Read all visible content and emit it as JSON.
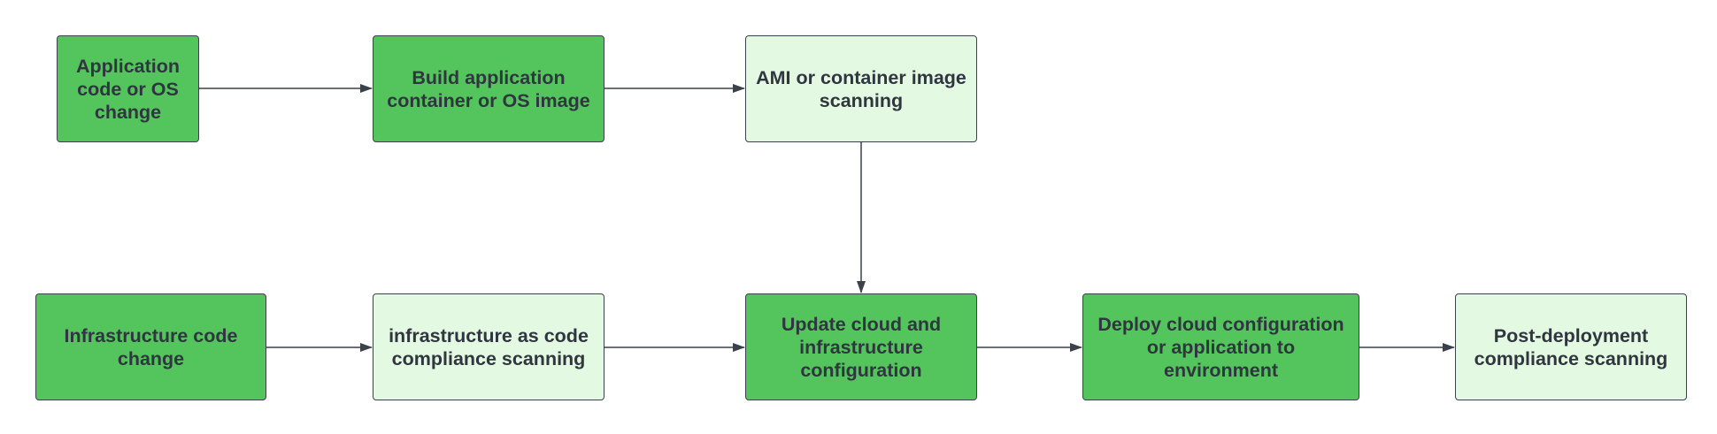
{
  "diagram": {
    "colors": {
      "primary_fill": "#54c45c",
      "secondary_fill": "#e4f9e1",
      "border": "#3a414a",
      "text": "#2f3640",
      "arrow": "#3a414a"
    },
    "nodes": {
      "app_change": {
        "label": "Application code or OS change"
      },
      "build_image": {
        "label": "Build application container or OS image"
      },
      "image_scanning": {
        "label": "AMI or container image scanning"
      },
      "infra_change": {
        "label": "Infrastructure code change"
      },
      "iac_scanning": {
        "label": "infrastructure as code compliance scanning"
      },
      "update_config": {
        "label": "Update cloud and infrastructure configuration"
      },
      "deploy": {
        "label": "Deploy cloud configuration or application to environment"
      },
      "post_scan": {
        "label": "Post-deployment compliance scanning"
      }
    },
    "edges": [
      {
        "from": "app_change",
        "to": "build_image"
      },
      {
        "from": "build_image",
        "to": "image_scanning"
      },
      {
        "from": "image_scanning",
        "to": "update_config"
      },
      {
        "from": "infra_change",
        "to": "iac_scanning"
      },
      {
        "from": "iac_scanning",
        "to": "update_config"
      },
      {
        "from": "update_config",
        "to": "deploy"
      },
      {
        "from": "deploy",
        "to": "post_scan"
      }
    ]
  }
}
